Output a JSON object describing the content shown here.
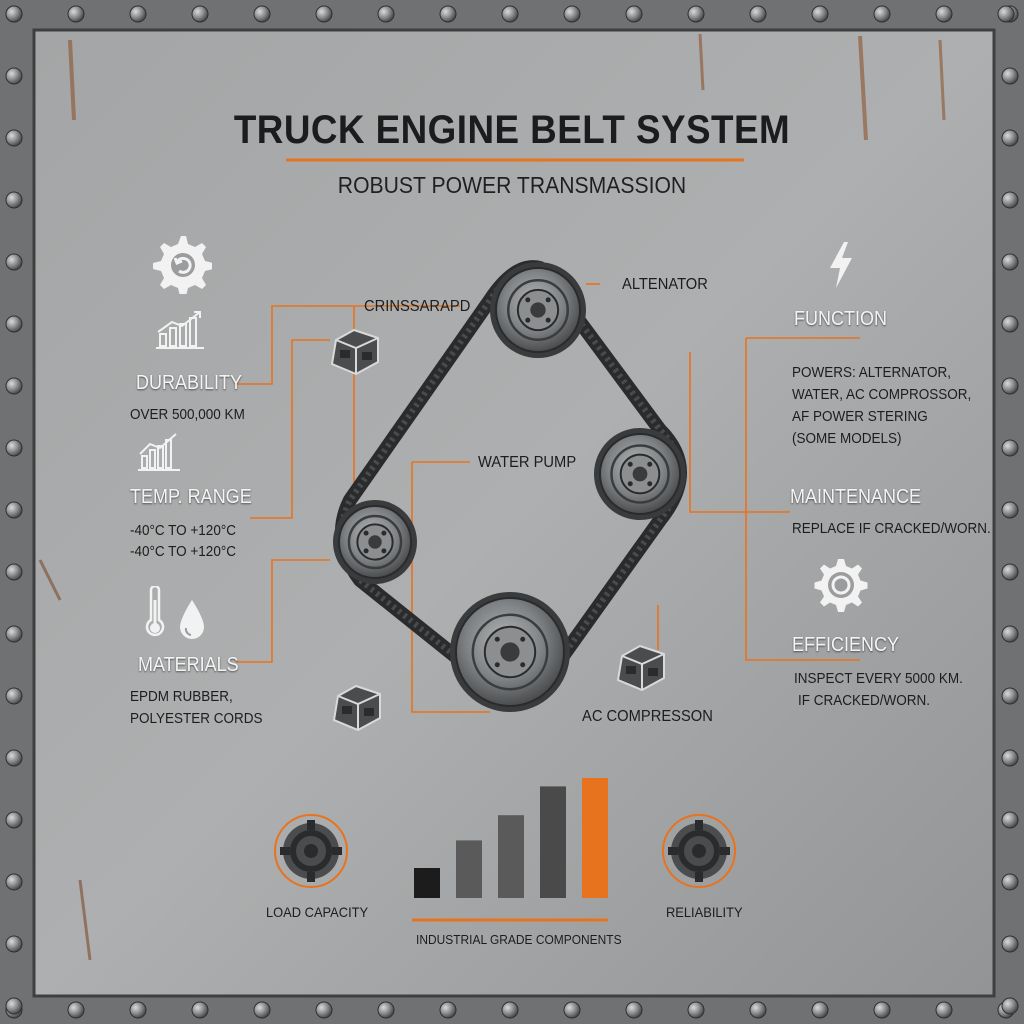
{
  "title": "TRUCK ENGINE BELT SYSTEM",
  "subtitle": "ROBUST POWER TRANSMASSION",
  "components": {
    "alternator": "ALTENATOR",
    "crankshaft": "CRINSSARAPD",
    "water_pump": "WATER PUMP",
    "ac_compressor": "AC COMPRESSON"
  },
  "left_panel": {
    "durability": {
      "heading": "DURABILITY",
      "text": "OVER 500,000 KM"
    },
    "temp_range": {
      "heading": "TEMP. RANGE",
      "lines": [
        "-40°C TO +120°C",
        "-40°C TO +120°C"
      ]
    },
    "materials": {
      "heading": "MATERIALS",
      "lines": [
        "EPDM RUBBER,",
        "POLYESTER CORDS"
      ]
    }
  },
  "right_panel": {
    "function": {
      "heading": "FUNCTION",
      "lines": [
        "POWERS: ALTERNATOR,",
        "WATER, AC COMPROSSOR,",
        "AF POWER STERING",
        "(SOME MODELS)"
      ]
    },
    "maintenance": {
      "heading": "MAINTENANCE",
      "text": "REPLACE IF CRACKED/WORN."
    },
    "efficiency": {
      "heading": "EFFICIENCY",
      "lines": [
        "INSPECT EVERY 5000 KM.",
        "IF CRACKED/WORN."
      ]
    }
  },
  "bottom": {
    "load_capacity": "LOAD CAPACITY",
    "reliability": "RELIABILITY",
    "bars_caption": "INDUSTRIAL GRADE COMPONENTS",
    "bar_levels": [
      0.25,
      0.48,
      0.69,
      0.93,
      1.0
    ],
    "bar_colors": [
      "#1c1c1c",
      "#5a5a5a",
      "#5a5a5a",
      "#4a4a4a",
      "#e8731e"
    ]
  },
  "colors": {
    "accent": "#e8731e",
    "ink": "#1e2022",
    "plate": "#9a9c9d"
  },
  "icons": [
    "gear-refresh-icon",
    "bar-chart-icon",
    "bar-chart-icon",
    "thermometer-icon",
    "water-drop-icon",
    "lightning-icon",
    "gear-icon",
    "engine-block-icon",
    "pulley-icon"
  ]
}
